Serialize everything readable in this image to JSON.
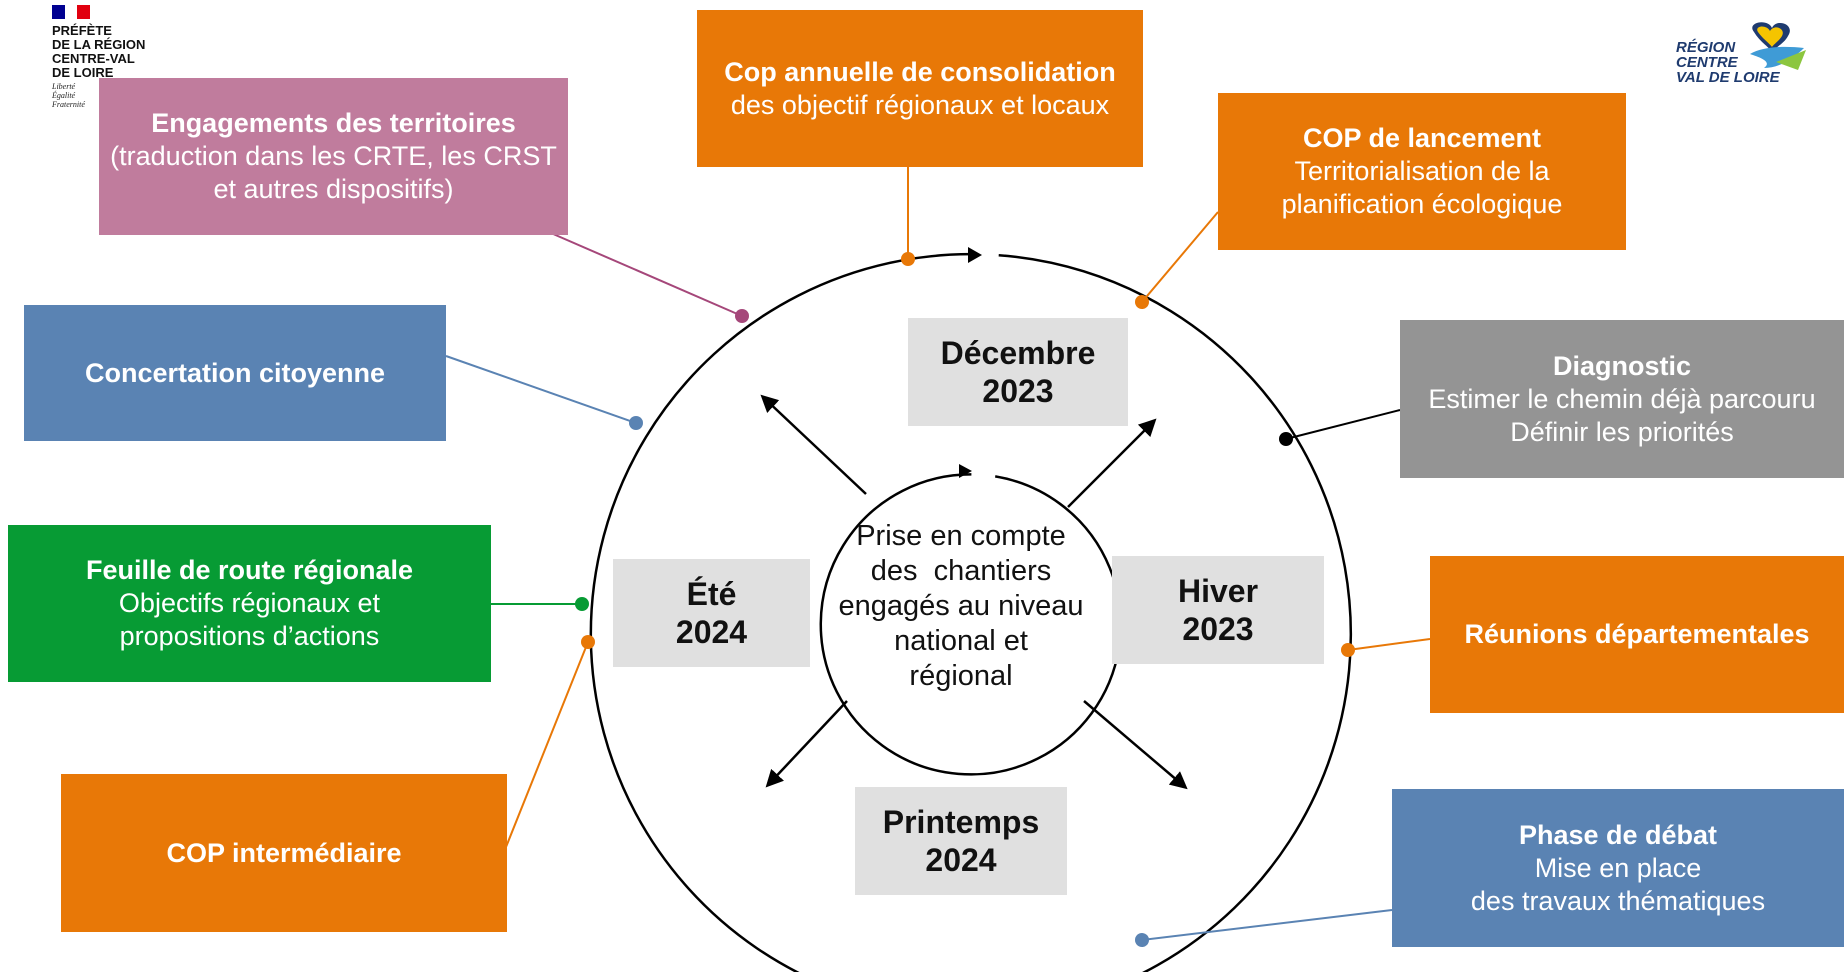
{
  "logos": {
    "prefecture": {
      "name": "PRÉFÈTE\nDE LA RÉGION\nCENTRE-VAL\nDE LOIRE",
      "motto": "Liberté\nÉgalité\nFraternité",
      "flag_colors": [
        "#000091",
        "#ffffff",
        "#e1000f"
      ]
    },
    "region": {
      "name": "RÉGION\nCENTRE\nVAL DE LOIRE",
      "colors": [
        "#1f3b6f",
        "#f5c400",
        "#3f9bd6",
        "#8cc63f"
      ]
    }
  },
  "boxes": {
    "cop_annuelle": {
      "title": "Cop annuelle de consolidation",
      "desc": "des objectif régionaux et locaux",
      "color": "#e87807"
    },
    "engagements": {
      "title": "Engagements des territoires",
      "desc": "(traduction dans les CRTE, les CRST\net autres dispositifs)",
      "color": "#c07c9d"
    },
    "cop_lancement": {
      "title": "COP de lancement",
      "desc": "Territorialisation de la\nplanification écologique",
      "color": "#e87807"
    },
    "concertation": {
      "title": "Concertation citoyenne",
      "desc": "",
      "color": "#5a83b3"
    },
    "diagnostic": {
      "title": "Diagnostic",
      "desc": "Estimer le chemin déjà parcouru\nDéfinir les priorités",
      "color": "#949494"
    },
    "feuille_route": {
      "title": "Feuille de route régionale",
      "desc": "Objectifs régionaux et\npropositions d’actions",
      "color": "#079b34"
    },
    "reunions": {
      "title": "Réunions départementales",
      "desc": "",
      "color": "#e87807"
    },
    "cop_intermediaire": {
      "title": "COP intermédiaire",
      "desc": "",
      "color": "#e87807"
    },
    "phase_debat": {
      "title": "Phase de débat",
      "desc": "Mise en place\ndes travaux thématiques",
      "color": "#5a83b3"
    }
  },
  "seasons": {
    "decembre": {
      "label": "Décembre",
      "year": "2023"
    },
    "hiver": {
      "label": "Hiver",
      "year": "2023"
    },
    "printemps": {
      "label": "Printemps",
      "year": "2024"
    },
    "ete": {
      "label": "Été",
      "year": "2024"
    }
  },
  "center": {
    "lines": [
      "Prise en compte",
      "des  chantiers",
      "engagés au niveau",
      "national et",
      "régional"
    ]
  }
}
